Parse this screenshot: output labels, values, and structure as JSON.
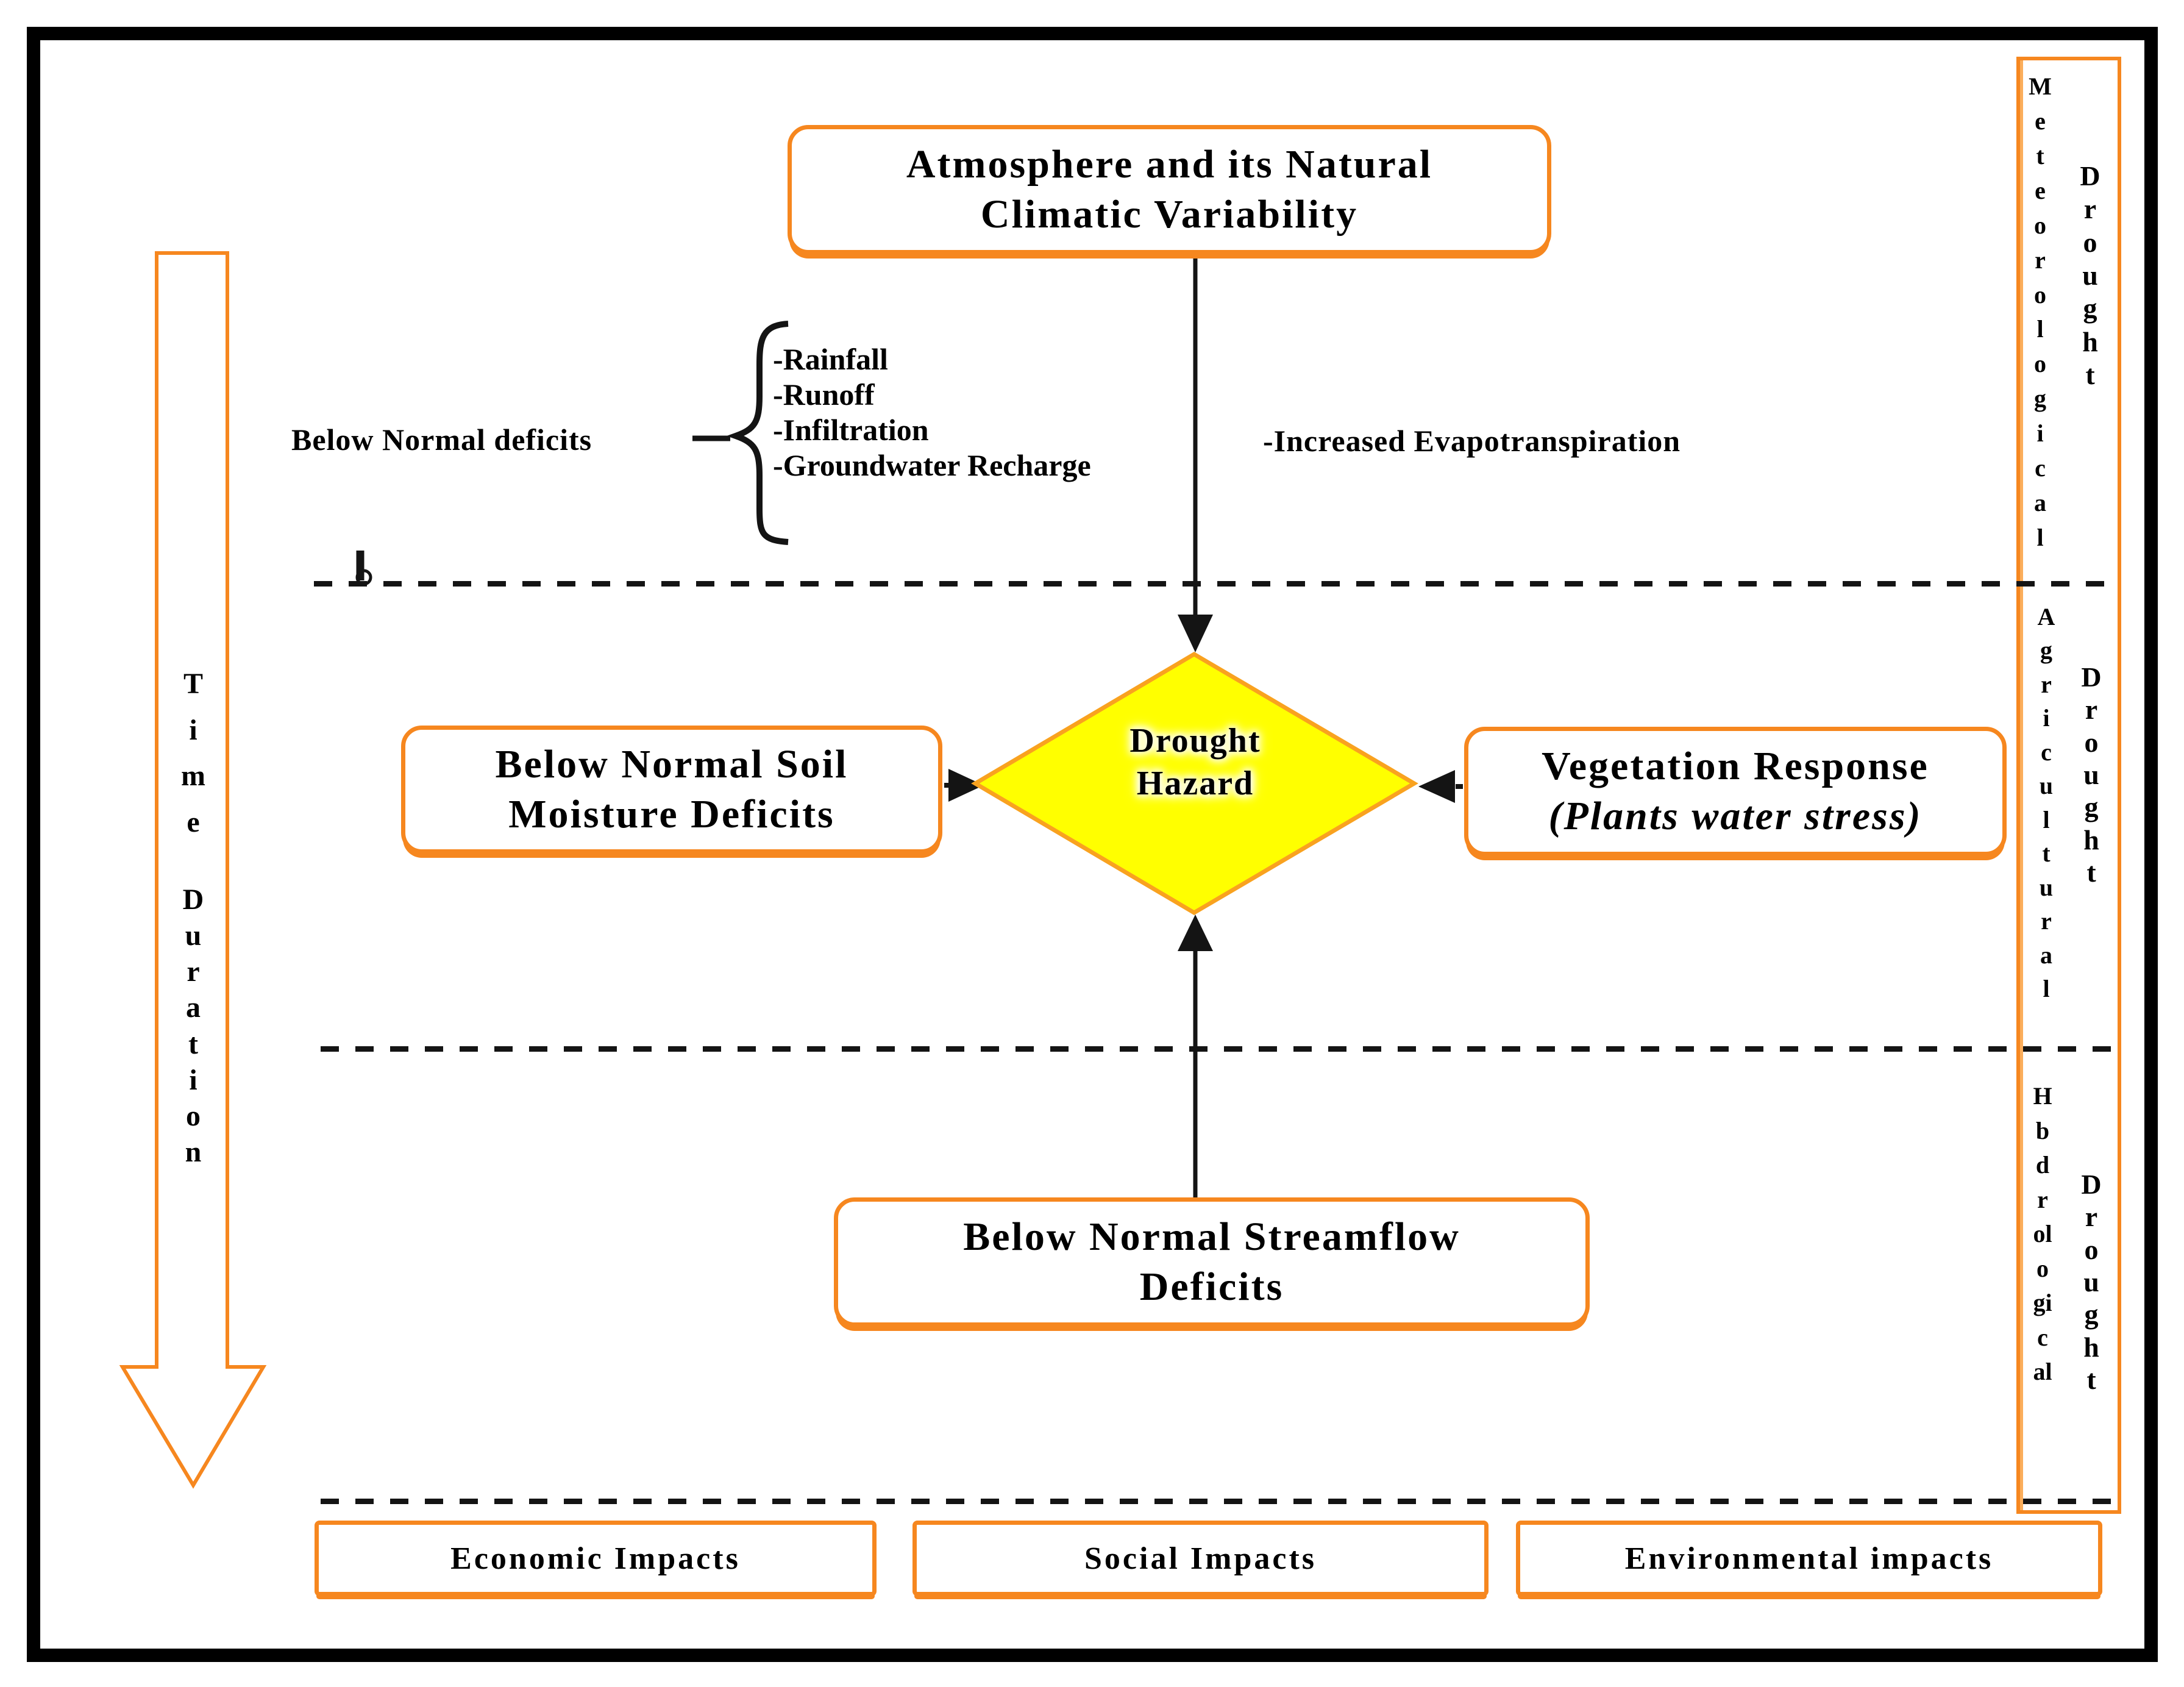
{
  "colors": {
    "accent_orange": "#F6871F",
    "diamond_yellow": "#FFFF00",
    "diamond_border": "#F9A21F",
    "line_black": "#141414"
  },
  "nodes": {
    "atmosphere": {
      "line1": "Atmosphere and its Natural",
      "line2": "Climatic Variability"
    },
    "soil_moisture": {
      "line1": "Below Normal Soil",
      "line2": "Moisture Deficits"
    },
    "drought_hazard": {
      "line1": "Drought",
      "line2": "Hazard"
    },
    "vegetation": {
      "line1": "Vegetation Response",
      "line2": "(Plants water stress)"
    },
    "streamflow": {
      "line1": "Below Normal Streamflow",
      "line2": "Deficits"
    }
  },
  "annotations": {
    "below_normal_deficits": "Below Normal deficits",
    "deficit_items": [
      "-Rainfall",
      "-Runoff",
      "-Infiltration",
      "-Groundwater Recharge"
    ],
    "increased_evapotranspiration": "-Increased Evapotranspiration"
  },
  "time_axis": {
    "word1": "Time",
    "word1_letters": [
      "T",
      "i",
      "m",
      "e"
    ],
    "word2": "Duration",
    "word2_letters": [
      "D",
      "u",
      "r",
      "a",
      "t",
      "i",
      "o",
      "n"
    ]
  },
  "impacts": [
    {
      "label": "Economic Impacts"
    },
    {
      "label": "Social Impacts"
    },
    {
      "label": "Environmental impacts"
    }
  ],
  "right_panel": {
    "sections": [
      {
        "category": "Meteorological",
        "category_letters": [
          "M",
          "e",
          "t",
          "e",
          "o",
          "r",
          "o",
          "l",
          "o",
          "g",
          "i",
          "c",
          "a",
          "l"
        ],
        "label": "Drought",
        "label_letters": [
          "D",
          "r",
          "o",
          "u",
          "g",
          "h",
          "t"
        ]
      },
      {
        "category": "Agricultural",
        "category_letters": [
          "A",
          "g",
          "r",
          "i",
          "c",
          "u",
          "l",
          "t",
          "u",
          "r",
          "a",
          "l"
        ],
        "label": "Drought",
        "label_letters": [
          "D",
          "r",
          "o",
          "u",
          "g",
          "h",
          "t"
        ]
      },
      {
        "category": "Hbdrological",
        "category_letters": [
          "H",
          "b",
          "d",
          "r",
          "ol",
          "o",
          "gi",
          "c",
          "al"
        ],
        "label": "Drought",
        "label_letters": [
          "D",
          "r",
          "o",
          "u",
          "g",
          "h",
          "t"
        ]
      }
    ]
  }
}
